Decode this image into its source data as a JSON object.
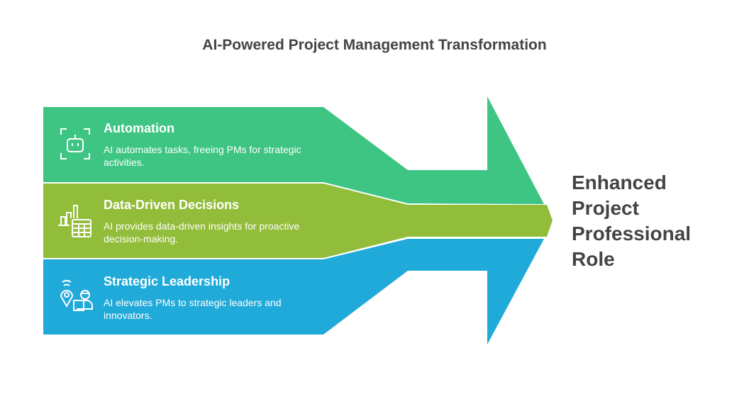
{
  "title": "AI-Powered Project Management Transformation",
  "items": [
    {
      "heading": "Automation",
      "text": "AI automates tasks, freeing PMs for strategic activities.",
      "icon": "robot-icon",
      "color": "#3EC583"
    },
    {
      "heading": "Data-Driven Decisions",
      "text": "AI provides data-driven insights for proactive decision-making.",
      "icon": "chart-table-icon",
      "color": "#92BD3A"
    },
    {
      "heading": "Strategic Leadership",
      "text": "AI elevates PMs to strategic leaders and innovators.",
      "icon": "leader-location-icon",
      "color": "#20AAD9"
    }
  ],
  "result": "Enhanced Project Professional Role"
}
